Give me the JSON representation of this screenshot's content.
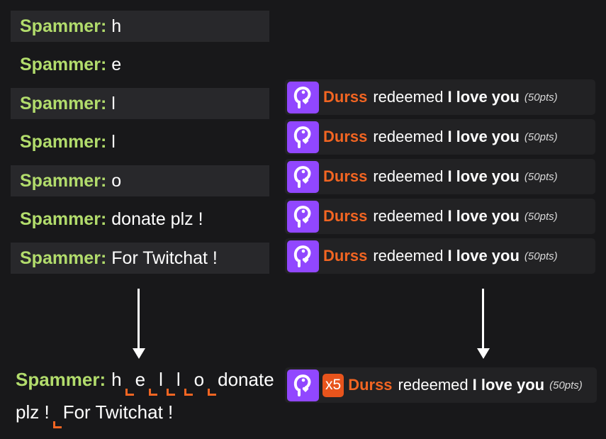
{
  "chat_rows": [
    {
      "user": "Spammer:",
      "message": "h"
    },
    {
      "user": "Spammer:",
      "message": "e"
    },
    {
      "user": "Spammer:",
      "message": "l"
    },
    {
      "user": "Spammer:",
      "message": "l"
    },
    {
      "user": "Spammer:",
      "message": "o"
    },
    {
      "user": "Spammer:",
      "message": "donate plz !"
    },
    {
      "user": "Spammer:",
      "message": "For Twitchat !"
    }
  ],
  "reward_rows": [
    {
      "user": "Durss",
      "verb": "redeemed",
      "title": "I love you",
      "points": "(50pts)"
    },
    {
      "user": "Durss",
      "verb": "redeemed",
      "title": "I love you",
      "points": "(50pts)"
    },
    {
      "user": "Durss",
      "verb": "redeemed",
      "title": "I love you",
      "points": "(50pts)"
    },
    {
      "user": "Durss",
      "verb": "redeemed",
      "title": "I love you",
      "points": "(50pts)"
    },
    {
      "user": "Durss",
      "verb": "redeemed",
      "title": "I love you",
      "points": "(50pts)"
    }
  ],
  "merged_chat": {
    "user": "Spammer:",
    "segments": [
      "h",
      "e",
      "l",
      "l",
      "o",
      "donate plz !",
      "For Twitchat !"
    ]
  },
  "merged_reward": {
    "count": "x5",
    "user": "Durss",
    "verb": "redeemed",
    "title": "I love you",
    "points": "(50pts)"
  },
  "icons": {
    "reward": "channel-points-reward-icon",
    "arrow": "arrow-down-icon",
    "separator": "message-separator-icon"
  },
  "colors": {
    "background": "#18181a",
    "username_chat": "#b2dc6c",
    "username_reward": "#f26522",
    "reward_icon_bg": "#9147ff",
    "count_badge": "#e8541c"
  }
}
